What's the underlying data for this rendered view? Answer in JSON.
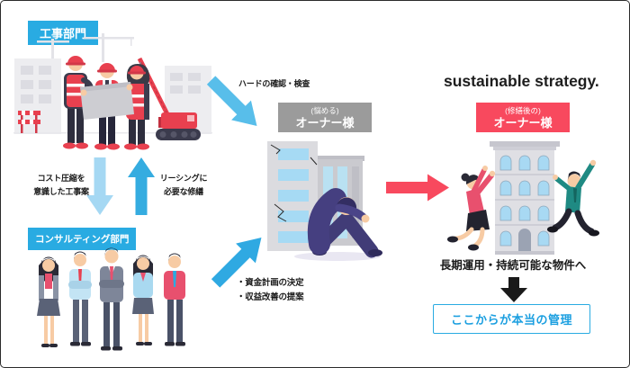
{
  "colors": {
    "accent_blue": "#29abe2",
    "arrow_blue_diag_top": "#58beea",
    "arrow_blue_diag_bottom": "#2fa9e2",
    "arrow_blue_light_down": "#a5d8f3",
    "arrow_blue_up": "#35ace0",
    "accent_red": "#f8495e",
    "label_gray": "#9b9b9b",
    "text_black": "#1a1a1a",
    "management_border_blue": "#29abe2"
  },
  "departments": {
    "construction": {
      "label": "工事部門"
    },
    "consulting": {
      "label": "コンサルティング部門"
    }
  },
  "owners": {
    "worried": {
      "qualifier": "(悩める)",
      "name": "オーナー様"
    },
    "repaired": {
      "qualifier": "(修繕後の)",
      "name": "オーナー様"
    }
  },
  "annotations": {
    "hard_check": "ハードの確認・検査",
    "cost_line1": "コスト圧縮を",
    "cost_line2": "意識した工事案",
    "leasing_line1": "リーシングに",
    "leasing_line2": "必要な修繕",
    "plan_line1": "・資金計画の決定",
    "plan_line2": "・収益改善の提案"
  },
  "outcome": {
    "tagline": "sustainable strategy.",
    "longterm": "長期運用・持続可能な物件へ",
    "management": "ここからが本当の管理"
  },
  "illustrations": {
    "construction": "construction-workers-with-blueprint-and-cranes",
    "consulting": "consulting-team-five-members",
    "worried_owner": "sad-owner-sitting-by-cracked-building",
    "repaired_owner": "happy-owners-jumping-by-renovated-building"
  }
}
